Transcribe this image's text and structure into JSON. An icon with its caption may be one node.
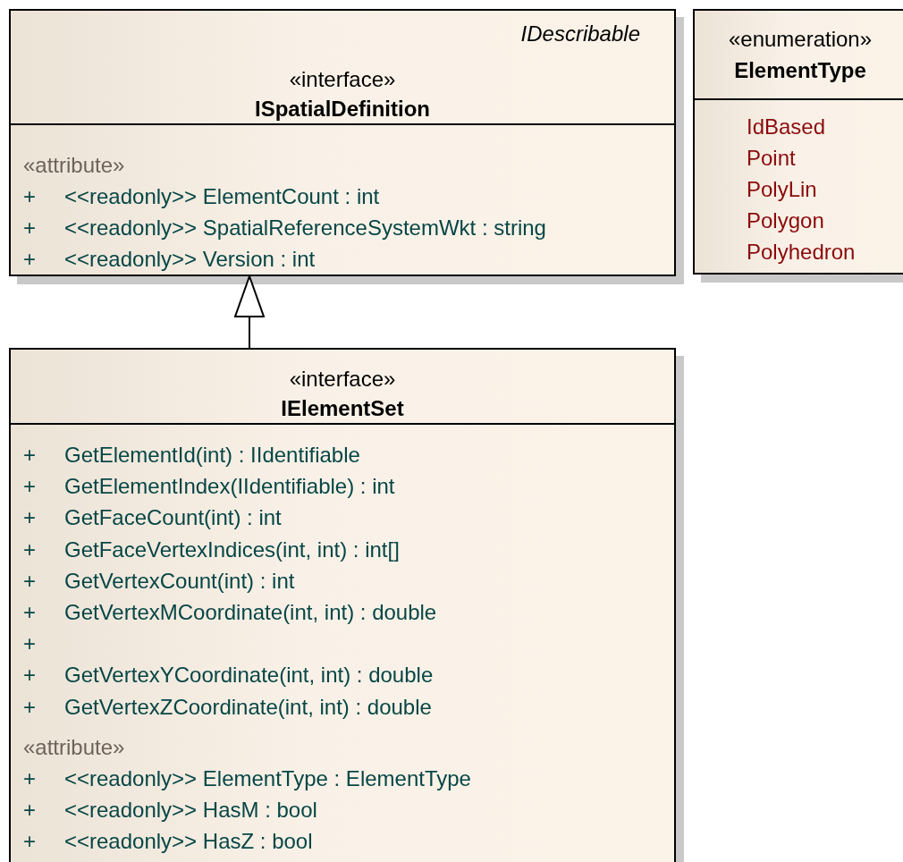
{
  "diagram": {
    "nodes": [
      {
        "text": [
          "IDescribable",
          "«interface»",
          "ISpatialDefinition",
          "«attribute»",
          "+ <<readonly>> ElementCount : int",
          "+ <<readonly>> SpatialReferenceSystemWkt : string",
          "+ <<readonly>> Version : int"
        ]
      },
      {
        "text": [
          "«enumeration»",
          "ElementType",
          "IdBased",
          "Point",
          "PolyLin",
          "Polygon",
          "Polyhedron"
        ]
      },
      {
        "text": [
          "«interface»",
          "IElementSet",
          "+ GetElementId(int) : IIdentifiable",
          "+ GetElementIndex(IIdentifiable) : int",
          "+ GetFaceCount(int) : int",
          "+ GetFaceVertexIndices(int, int) : int[]",
          "+ GetVertexCount(int) : int",
          "+ GetVertexMCoordinate(int, int) : double",
          "+",
          "+ GetVertexYCoordinate(int, int) : double",
          "+ GetVertexZCoordinate(int, int) : double",
          "«attribute»",
          "+ <<readonly>> ElementType : ElementType",
          "+ <<readonly>> HasM : bool",
          "+ <<readonly>> HasZ : bool"
        ]
      }
    ],
    "edges": [
      {
        "from": 2,
        "to": 0,
        "arrow": "to"
      }
    ]
  }
}
